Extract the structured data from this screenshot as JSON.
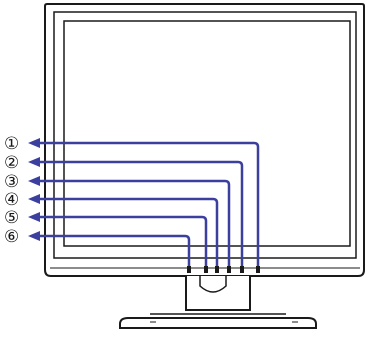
{
  "callouts": [
    {
      "label": "①"
    },
    {
      "label": "②"
    },
    {
      "label": "③"
    },
    {
      "label": "④"
    },
    {
      "label": "⑤"
    },
    {
      "label": "⑥"
    }
  ],
  "colors": {
    "arrow": "#3b3f9e",
    "outline": "#1a1a1a",
    "fill": "#ffffff"
  }
}
